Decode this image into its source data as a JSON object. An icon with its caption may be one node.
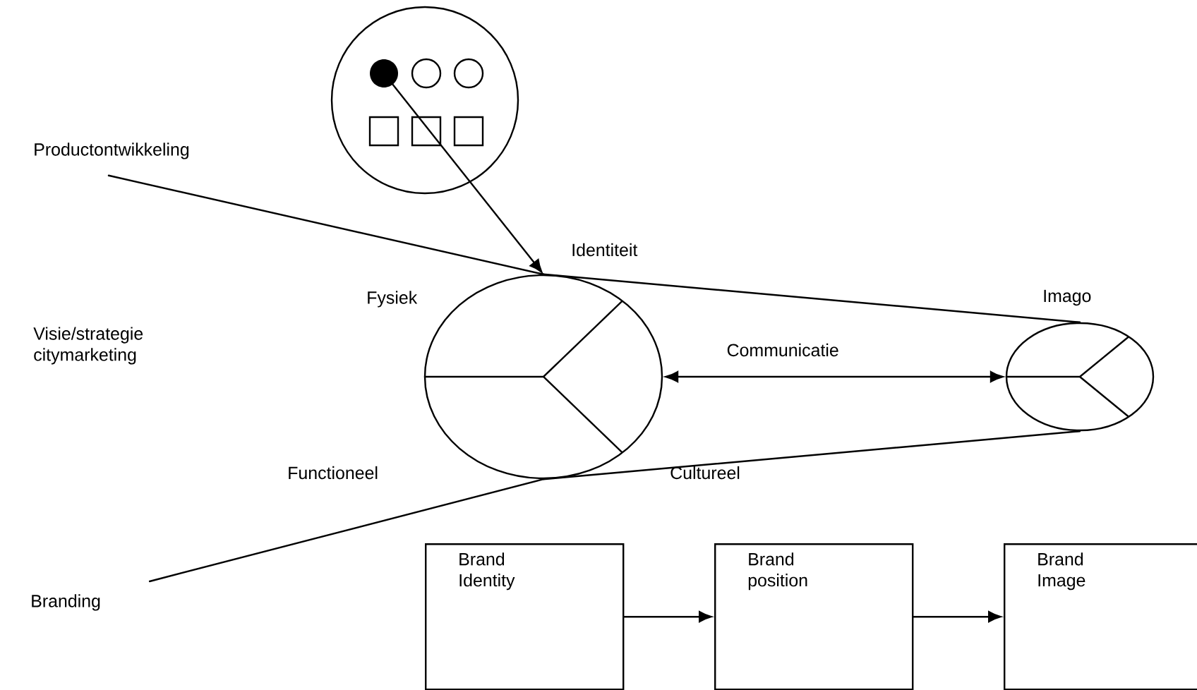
{
  "diagram": {
    "nodes": [
      {
        "text": [],
        "shape": "circle"
      },
      {
        "text": [
          "Productontwikkeling"
        ]
      },
      {
        "text": [],
        "shape": "ellipse",
        "beside": [
          "Identiteit",
          "Fysiek",
          "Functioneel",
          "Cultureel"
        ]
      },
      {
        "text": [],
        "shape": "ellipse",
        "beside": [
          "Imago"
        ]
      },
      {
        "text": [
          "Branding"
        ]
      },
      {
        "text": [
          "Brand Identity"
        ]
      },
      {
        "text": [
          "Brand position"
        ]
      },
      {
        "text": [
          "Brand Image"
        ]
      }
    ],
    "edges": [
      {
        "from": 0,
        "to": 2,
        "arrow": "to"
      },
      {
        "from": 1,
        "to": 2,
        "arrow": "none"
      },
      {
        "from": 4,
        "to": 2,
        "arrow": "none"
      },
      {
        "from": 2,
        "to": 3,
        "arrow": "none"
      },
      {
        "from": 2,
        "to": 3,
        "arrow": "none"
      },
      {
        "from": 2,
        "to": 3,
        "arrow": "both",
        "label": "Communicatie"
      },
      {
        "from": 5,
        "to": 6,
        "arrow": "to"
      },
      {
        "from": 6,
        "to": 7,
        "arrow": "to"
      }
    ],
    "labels": [
      "Visie/strategie citymarketing"
    ]
  }
}
